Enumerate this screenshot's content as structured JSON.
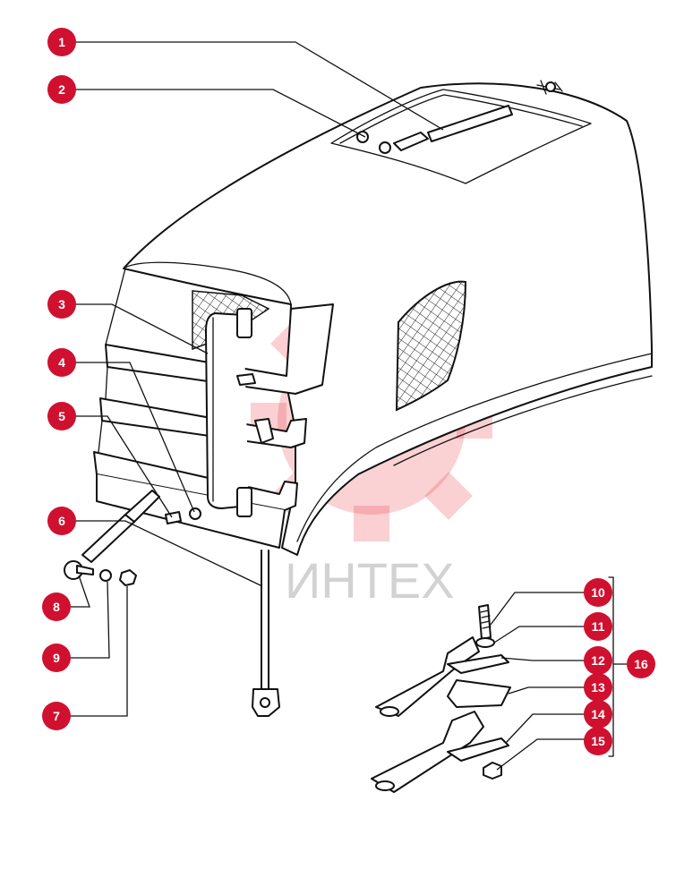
{
  "diagram": {
    "callouts": [
      "1",
      "2",
      "3",
      "4",
      "5",
      "6",
      "7",
      "8",
      "9",
      "10",
      "11",
      "12",
      "13",
      "14",
      "15",
      "16"
    ],
    "watermark": "ИНТЕХ"
  },
  "colors": {
    "callout": "#d0102f",
    "line": "#111111",
    "watermark": "#e9303d"
  }
}
